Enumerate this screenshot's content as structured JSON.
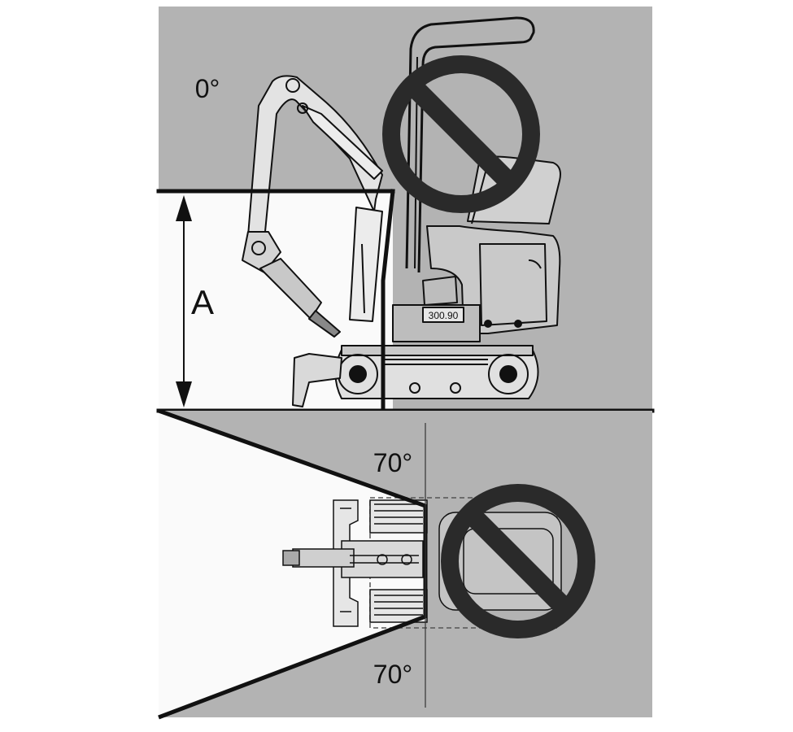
{
  "labels": {
    "side_angle": "0°",
    "height_marker": "A",
    "top_angle_upper": "70°",
    "top_angle_lower": "70°",
    "model_plate": "300.90"
  },
  "icons": {
    "prohibition": "no-entry-icon"
  },
  "colors": {
    "danger_zone": "#b3b3b3",
    "safe_zone": "#fafafa",
    "line": "#111111"
  }
}
